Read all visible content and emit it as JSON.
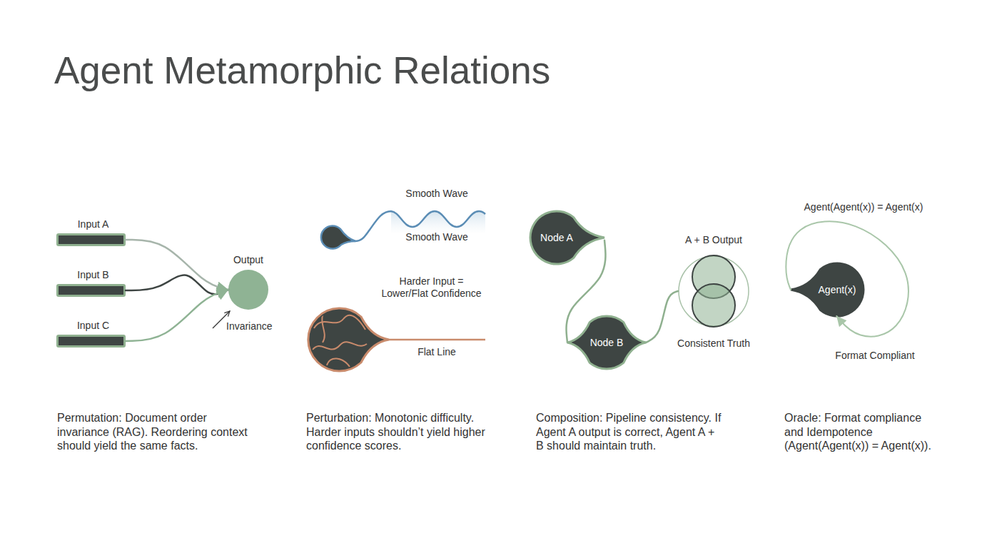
{
  "diagram": {
    "title": "Agent Metamorphic Relations",
    "nodes": [
      {
        "text": [
          "Input A"
        ]
      },
      {
        "text": [
          "Input B"
        ]
      },
      {
        "text": [
          "Input C"
        ]
      },
      {
        "text": [
          "Output"
        ]
      },
      {
        "text": [
          "Node A"
        ]
      },
      {
        "text": [
          "Node B"
        ]
      },
      {
        "text": [
          "A + B Output",
          "Consistent Truth"
        ]
      },
      {
        "text": [
          "Agent(x)"
        ]
      }
    ],
    "edges": [
      {
        "from": 0,
        "to": 3,
        "arrow": "to"
      },
      {
        "from": 1,
        "to": 3,
        "arrow": "to"
      },
      {
        "from": 2,
        "to": 3,
        "arrow": "to"
      },
      {
        "from": 4,
        "to": 5,
        "arrow": "none"
      },
      {
        "from": 5,
        "to": 6,
        "arrow": "none"
      },
      {
        "from": 7,
        "to": 7,
        "arrow": "to"
      }
    ],
    "labels": [
      "Invariance",
      "Smooth Wave",
      "Smooth Wave",
      "Harder Input = Lower/Flat Confidence",
      "Flat Line",
      "Agent(Agent(x)) = Agent(x)",
      "Format Compliant",
      "Permutation: Document order invariance (RAG). Reordering context should yield the same facts.",
      "Perturbation: Monotonic difficulty. Harder inputs shouldn’t yield higher confidence scores.",
      "Composition: Pipeline consistency. If Agent A output is correct, Agent A + B should maintain truth.",
      "Oracle: Format compliance and Idempotence (Agent(Agent(x)) = Agent(x))."
    ]
  }
}
